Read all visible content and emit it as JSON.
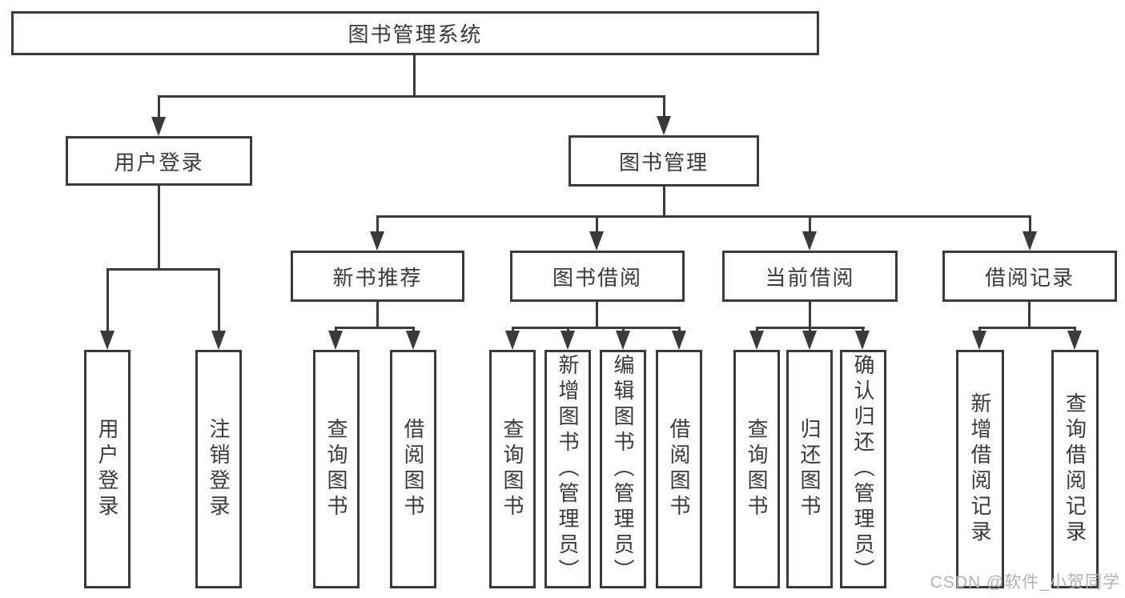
{
  "diagram": {
    "root": {
      "label": "图书管理系统"
    },
    "branches": [
      {
        "label": "用户登录",
        "children": [
          {
            "label": "用户登录"
          },
          {
            "label": "注销登录"
          }
        ]
      },
      {
        "label": "图书管理",
        "children": [
          {
            "label": "新书推荐",
            "children": [
              {
                "label": "查询图书"
              },
              {
                "label": "借阅图书"
              }
            ]
          },
          {
            "label": "图书借阅",
            "children": [
              {
                "label": "查询图书"
              },
              {
                "label": "新增图书（管理员）"
              },
              {
                "label": "编辑图书（管理员）"
              },
              {
                "label": "借阅图书"
              }
            ]
          },
          {
            "label": "当前借阅",
            "children": [
              {
                "label": "查询图书"
              },
              {
                "label": "归还图书"
              },
              {
                "label": "确认归还（管理员）"
              }
            ]
          },
          {
            "label": "借阅记录",
            "children": [
              {
                "label": "新增借阅记录"
              },
              {
                "label": "查询借阅记录"
              }
            ]
          }
        ]
      }
    ],
    "watermark": "CSDN @软件_小贺同学",
    "colors": {
      "line": "#3a3a3a",
      "text": "#3a3a3a",
      "watermark": "#b3b3b3",
      "background": "#ffffff"
    }
  }
}
